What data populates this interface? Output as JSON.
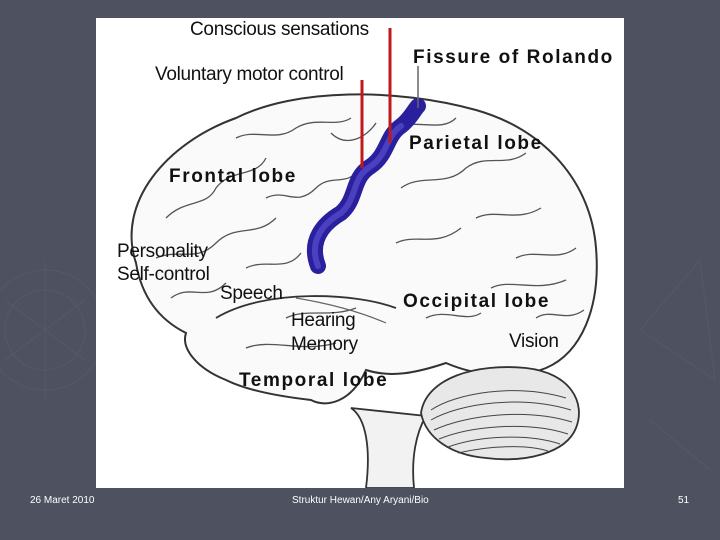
{
  "figure": {
    "labels": {
      "conscious_sensations": "Conscious sensations",
      "fissure_of_rolando": "Fissure of Rolando",
      "voluntary_motor_control": "Voluntary motor control",
      "parietal_lobe": "Parietal lobe",
      "frontal_lobe": "Frontal lobe",
      "personality": "Personality",
      "self_control": "Self-control",
      "speech": "Speech",
      "occipital_lobe": "Occipital lobe",
      "hearing": "Hearing",
      "memory": "Memory",
      "vision": "Vision",
      "temporal_lobe": "Temporal lobe"
    },
    "colors": {
      "pointer_line": "#c0191c",
      "fissure_band": "#2a1f9c"
    }
  },
  "footer": {
    "date": "26 Maret 2010",
    "credit": "Struktur Hewan/Any Aryani/Bio",
    "page_number": "51"
  }
}
